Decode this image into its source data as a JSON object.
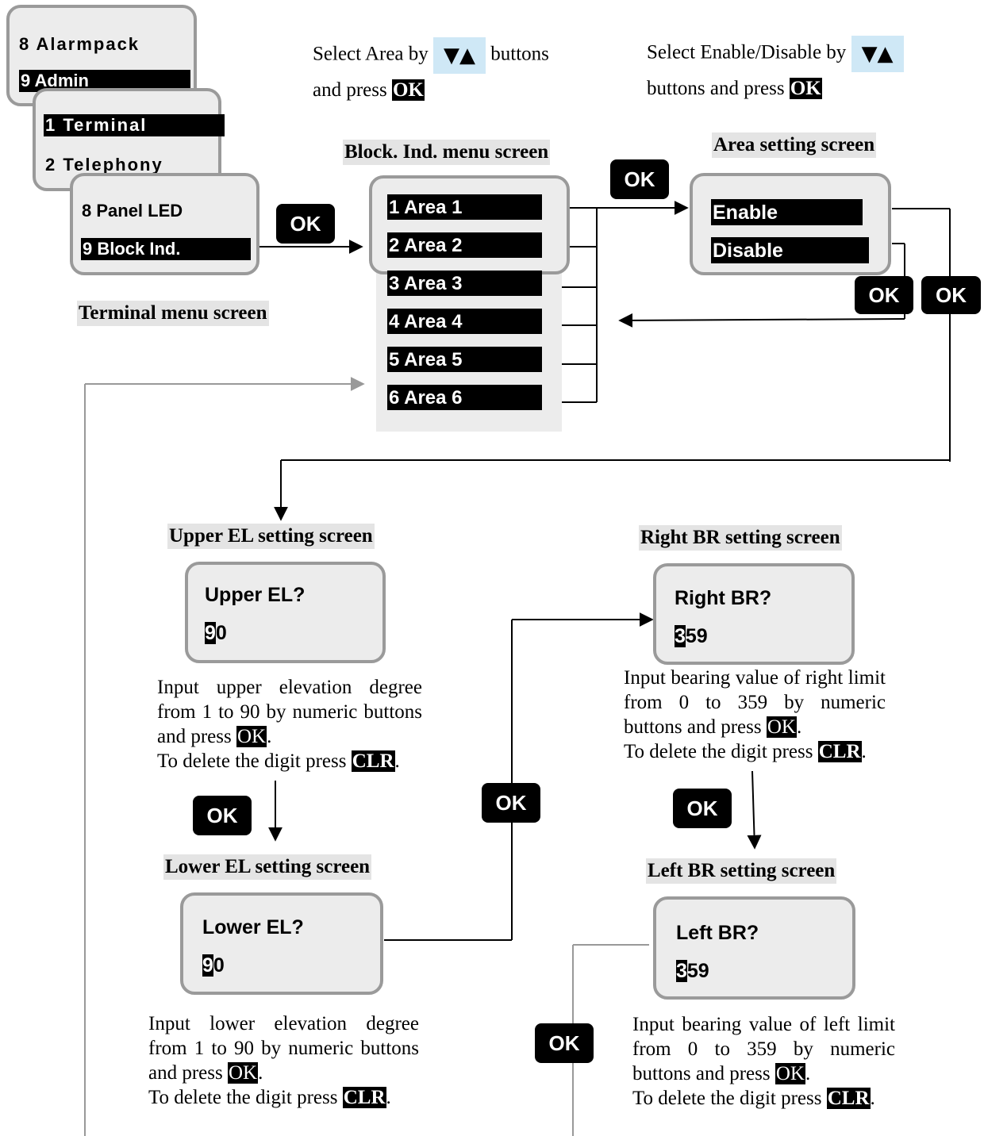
{
  "instructions_top": {
    "area_line1_pre": "Select Area by",
    "area_line1_post": "buttons",
    "area_line2_pre": "and press",
    "enable_line1_pre": "Select Enable/Disable by",
    "enable_line2_pre": "buttons and press",
    "arrow_keys_label": "▼▲",
    "ok_key": "OK"
  },
  "terminal_stack": {
    "admin_menu": [
      "8 Alarmpack",
      "9 Admin"
    ],
    "submenu": [
      "1 Terminal",
      "2 Telephony"
    ],
    "terminal_menu": [
      "8 Panel LED",
      "9 Block Ind."
    ],
    "caption": "Terminal menu screen"
  },
  "block_ind": {
    "title": "Block. Ind. menu screen",
    "areas": [
      "1 Area 1",
      "2 Area 2",
      "3 Area 3",
      "4 Area 4",
      "5 Area 5",
      "6 Area 6"
    ]
  },
  "area_setting": {
    "title": "Area setting screen",
    "options": [
      "Enable",
      "Disable"
    ]
  },
  "ok_buttons": {
    "label": "OK"
  },
  "upper_el": {
    "title": "Upper EL setting screen",
    "prompt": "Upper EL?",
    "cursor_digit": "9",
    "rest_digits": "0",
    "instr1": "Input upper elevation degree from 1 to 90 by numeric buttons and press",
    "instr2": "To delete the digit press",
    "key_ok": "OK",
    "key_clr": "CLR"
  },
  "lower_el": {
    "title": "Lower EL setting screen",
    "prompt": "Lower EL?",
    "cursor_digit": "9",
    "rest_digits": "0",
    "instr1": "Input lower elevation degree from 1 to 90 by numeric buttons and press",
    "instr2": "To delete the digit press",
    "key_ok": "OK",
    "key_clr": "CLR"
  },
  "right_br": {
    "title": "Right BR setting screen",
    "prompt": "Right BR?",
    "cursor_digit": "3",
    "rest_digits": "59",
    "instr1": "Input bearing value of right limit from 0 to 359 by numeric buttons and press",
    "instr2": "To delete the digit press",
    "key_ok": "OK",
    "key_clr": "CLR"
  },
  "left_br": {
    "title": "Left BR setting screen",
    "prompt": "Left BR?",
    "cursor_digit": "3",
    "rest_digits": "59",
    "instr1": "Input bearing value of left limit from 0 to 359 by numeric buttons and press",
    "instr2": "To delete the digit press",
    "key_ok": "OK",
    "key_clr": "CLR"
  }
}
